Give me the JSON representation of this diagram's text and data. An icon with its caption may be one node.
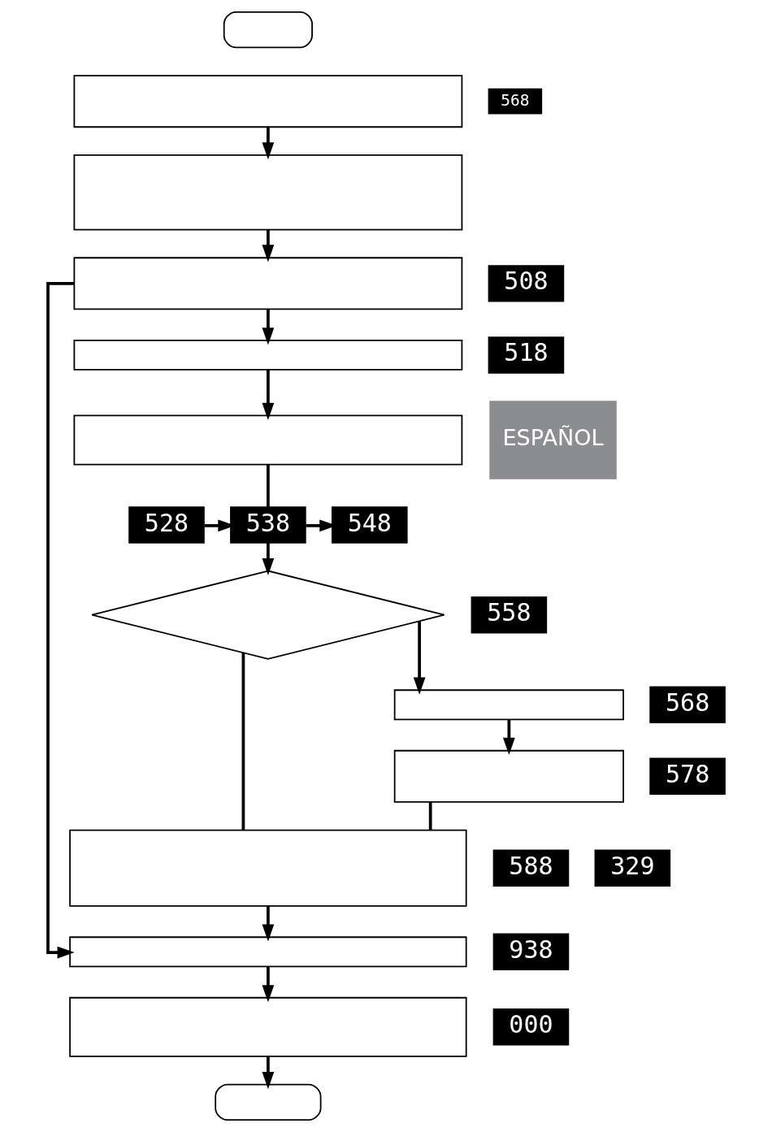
{
  "diagram": {
    "nodes": [
      {
        "text": [],
        "shape": "box"
      },
      {
        "text": [],
        "shape": "box"
      },
      {
        "text": [
          "568"
        ]
      },
      {
        "text": [],
        "shape": "box"
      },
      {
        "text": [],
        "shape": "box"
      },
      {
        "text": [
          "508"
        ]
      },
      {
        "text": [],
        "shape": "box"
      },
      {
        "text": [
          "518"
        ]
      },
      {
        "text": [],
        "shape": "box"
      },
      {
        "text": [
          "528"
        ]
      },
      {
        "text": [
          "538"
        ]
      },
      {
        "text": [
          "548"
        ]
      },
      {
        "text": [],
        "shape": "diamond"
      },
      {
        "text": [
          "558"
        ]
      },
      {
        "text": [],
        "shape": "box"
      },
      {
        "text": [
          "568"
        ]
      },
      {
        "text": [],
        "shape": "box"
      },
      {
        "text": [
          "578"
        ]
      },
      {
        "text": [],
        "shape": "box"
      },
      {
        "text": [
          "588"
        ]
      },
      {
        "text": [
          "329"
        ]
      },
      {
        "text": [],
        "shape": "box"
      },
      {
        "text": [
          "938"
        ]
      },
      {
        "text": [],
        "shape": "box"
      },
      {
        "text": [
          "000"
        ]
      },
      {
        "text": [],
        "shape": "box"
      }
    ],
    "edges": [
      {
        "from": 1,
        "to": 3,
        "arrow": "to"
      },
      {
        "from": 3,
        "to": 4,
        "arrow": "to"
      },
      {
        "from": 4,
        "to": 6,
        "arrow": "to"
      },
      {
        "from": 6,
        "to": 8,
        "arrow": "to"
      },
      {
        "from": 8,
        "to": 10,
        "arrow": "none"
      },
      {
        "from": 9,
        "to": 10,
        "arrow": "to"
      },
      {
        "from": 10,
        "to": 11,
        "arrow": "to"
      },
      {
        "from": 10,
        "to": 12,
        "arrow": "to"
      },
      {
        "from": 12,
        "to": 14,
        "arrow": "to"
      },
      {
        "from": 14,
        "to": 16,
        "arrow": "to"
      },
      {
        "from": 12,
        "to": 18,
        "arrow": "none"
      },
      {
        "from": 16,
        "to": 18,
        "arrow": "none"
      },
      {
        "from": 4,
        "to": 21,
        "arrow": "to"
      },
      {
        "from": 18,
        "to": 21,
        "arrow": "to"
      },
      {
        "from": 21,
        "to": 23,
        "arrow": "to"
      },
      {
        "from": 23,
        "to": 25,
        "arrow": "to"
      }
    ],
    "labels": [
      "ESPAÑOL"
    ]
  }
}
